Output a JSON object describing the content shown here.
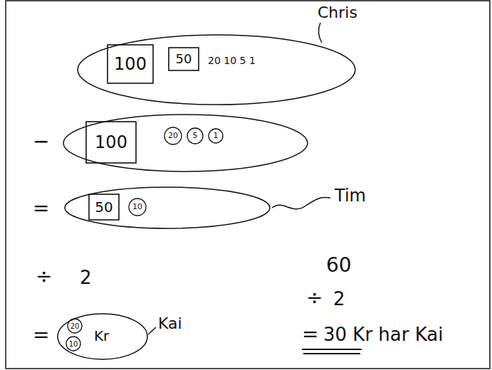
{
  "diagram": {
    "nodes": [
      {
        "text": [
          "20 10 5 1"
        ]
      },
      {
        "text": [
          "100"
        ],
        "in": 0
      },
      {
        "text": [
          "50"
        ],
        "in": 0
      },
      {
        "text": []
      },
      {
        "text": [
          "100"
        ],
        "in": 3
      },
      {
        "text": [
          "20"
        ],
        "in": 3
      },
      {
        "text": [
          "5"
        ],
        "in": 3
      },
      {
        "text": [
          "1"
        ],
        "in": 3
      },
      {
        "text": []
      },
      {
        "text": [
          "50"
        ],
        "in": 8
      },
      {
        "text": [
          "10"
        ],
        "in": 8
      },
      {
        "text": [
          "Kr"
        ]
      },
      {
        "text": [
          "20"
        ],
        "in": 11
      },
      {
        "text": [
          "10"
        ],
        "in": 11
      }
    ],
    "labels": [
      "Chris",
      "−",
      "=",
      "Tim",
      "÷",
      "2",
      "=",
      "Kai",
      "60",
      "÷",
      "2",
      "=",
      "30 Kr har Kai"
    ]
  }
}
